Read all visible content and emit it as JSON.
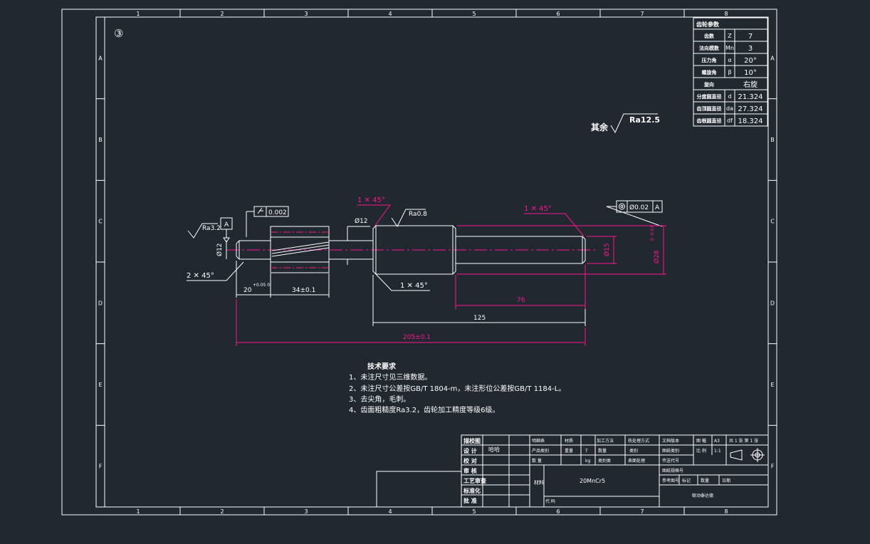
{
  "border": {
    "columns": [
      "1",
      "2",
      "3",
      "4",
      "5",
      "6",
      "7",
      "8"
    ],
    "rows": [
      "A",
      "B",
      "C",
      "D",
      "E",
      "F"
    ]
  },
  "view_number": "③",
  "surface_note": {
    "prefix": "其余",
    "value": "Ra12.5"
  },
  "gear_params": {
    "title": "齿轮参数",
    "rows": [
      {
        "name": "齿数",
        "symbol": "Z",
        "value": "7"
      },
      {
        "name": "法向模数",
        "symbol": "Mn",
        "value": "3"
      },
      {
        "name": "压力角",
        "symbol": "α",
        "value": "20°"
      },
      {
        "name": "螺旋角",
        "symbol": "β",
        "value": "10°"
      },
      {
        "name": "旋向",
        "symbol": "",
        "value": "右旋"
      },
      {
        "name": "分度圆直径",
        "symbol": "d",
        "value": "21.324"
      },
      {
        "name": "齿顶圆直径",
        "symbol": "da",
        "value": "27.324"
      },
      {
        "name": "齿根圆直径",
        "symbol": "df",
        "value": "18.324"
      }
    ]
  },
  "annotations": {
    "ra32": "Ra3.2",
    "datum_a": "A",
    "runout": "0.002",
    "dia12_top": "Ø12",
    "ra08": "Ra0.8",
    "chamfer_mid_top": "1 ✕ 45°",
    "chamfer_right_top": "1 ✕ 45°",
    "chamfer_left": "2 ✕ 45°",
    "chamfer_mid_bottom": "1 ✕ 45°",
    "dia12_left": "Ø12",
    "dia15": "Ø15",
    "dia28": "Ø28",
    "dia28_tol": "0 -0.03",
    "position_tol": "Ø0.02",
    "position_datum": "A",
    "len_20": "20",
    "len_20_tol": "+0.05 0",
    "len_34": "34±0.1",
    "len_76": "76",
    "len_125": "125",
    "len_205": "205±0.1"
  },
  "tech_req": {
    "title": "技术要求",
    "lines": [
      "1、未注尺寸见三维数据。",
      "2、未注尺寸公差按GB/T 1804-m，未注形位公差按GB/T 1184-L。",
      "3、去尖角，毛刺。",
      "4、齿面粗糙度Ra3.2，齿轮加工精度等级6级。"
    ]
  },
  "title_block": {
    "left_labels": [
      "描校图",
      "设 计",
      "校 对",
      "审 核",
      "工艺审查",
      "标准化",
      "批 准"
    ],
    "designer": "哈哈",
    "row1": [
      "明细表",
      "材质",
      "加工方法",
      "热处理方式",
      "文档版本",
      "图 幅",
      "A3",
      "共 1 张 第 1 张"
    ],
    "row2": [
      "产品类别",
      "重量",
      "T",
      "数量",
      "类别",
      "图纸类别",
      "比 例",
      "1:1"
    ],
    "row3": [
      "数 量",
      "kg",
      "类别类",
      "表面处理",
      "传送代号"
    ],
    "material_label": "材料",
    "material": "20MnCr5",
    "code_label": "代 码",
    "row4": [
      "图纸规格号"
    ],
    "row5": [
      "参考图号",
      "标记",
      "数量",
      "日期"
    ],
    "company": "联动泰达德"
  }
}
